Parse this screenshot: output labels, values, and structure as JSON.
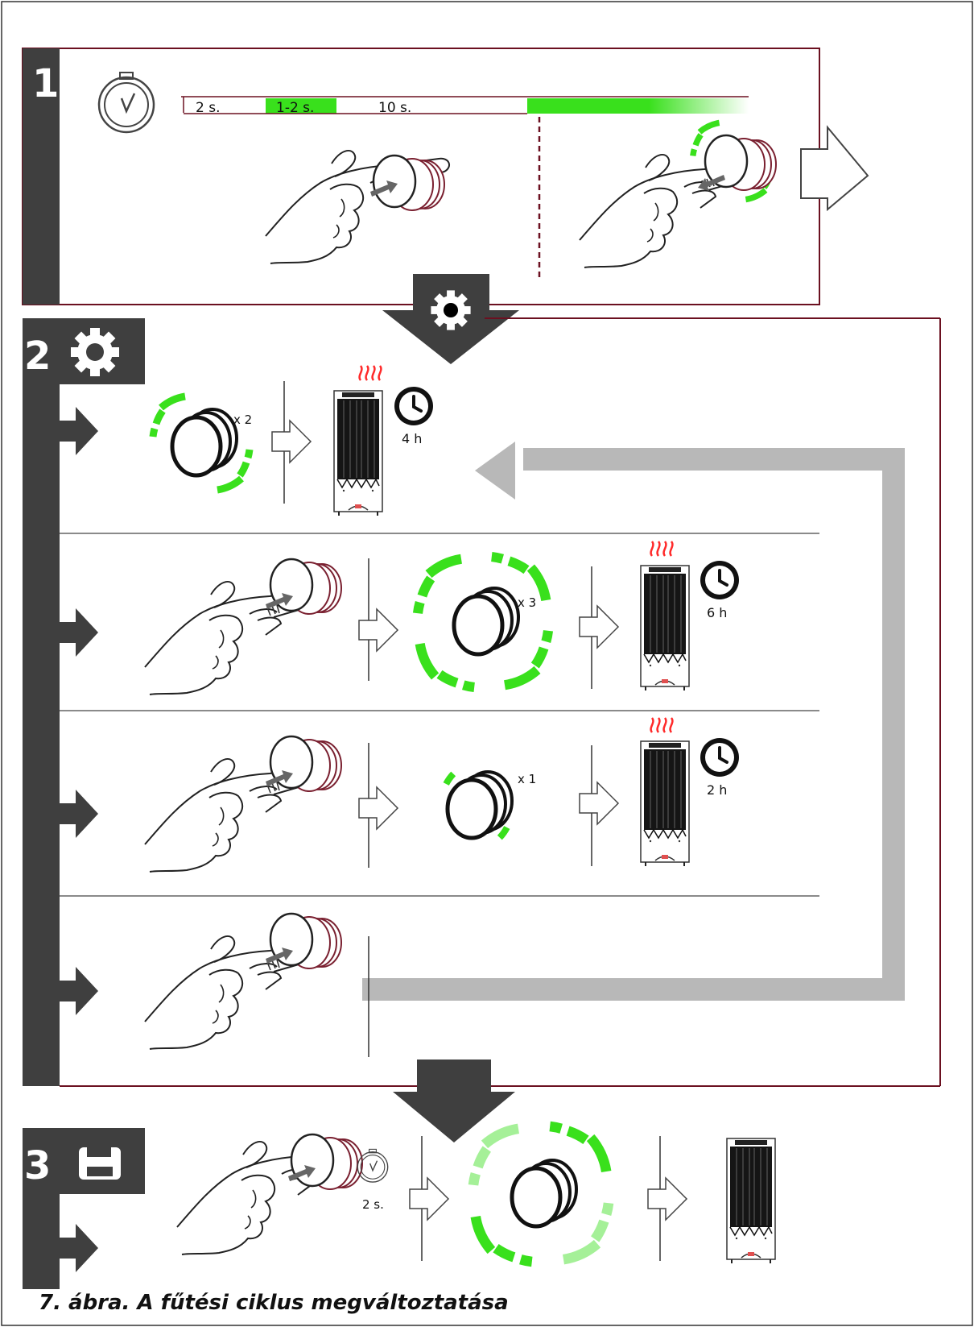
{
  "steps": {
    "step1_number": "1",
    "step2_number": "2",
    "step3_number": "3"
  },
  "timeline": {
    "seg_a": "2 s.",
    "seg_b": "1-2 s.",
    "seg_c": "10 s."
  },
  "rows": {
    "row1_count": "x 2",
    "row1_time": "4 h",
    "row2_count": "x 3",
    "row2_time": "6 h",
    "row3_count": "x 1",
    "row3_time": "2 h"
  },
  "save_step": {
    "timer_label": "2 s."
  },
  "caption": "7. ábra. A fűtési ciklus megváltoztatása",
  "colors": {
    "accent_green": "#39e01c",
    "dark_bar": "#3f3f3f",
    "loop_gray": "#b8b8b8",
    "heat_red": "#ff2a2a",
    "frame_maroon": "#6b1020"
  },
  "icons": [
    "stopwatch-icon",
    "gear-icon",
    "save-icon",
    "clock-icon",
    "heat-waves-icon",
    "hand-press-icon",
    "knob-icon",
    "heater-icon",
    "arrow-right-icon",
    "arrow-down-icon"
  ]
}
